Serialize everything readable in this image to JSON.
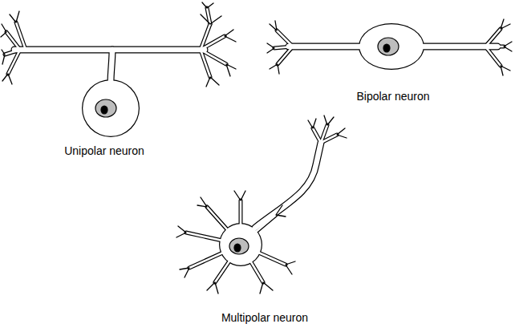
{
  "diagram": {
    "labels": [
      "Unipolar neuron",
      "Bipolar neuron",
      "Multipolar neuron"
    ]
  }
}
